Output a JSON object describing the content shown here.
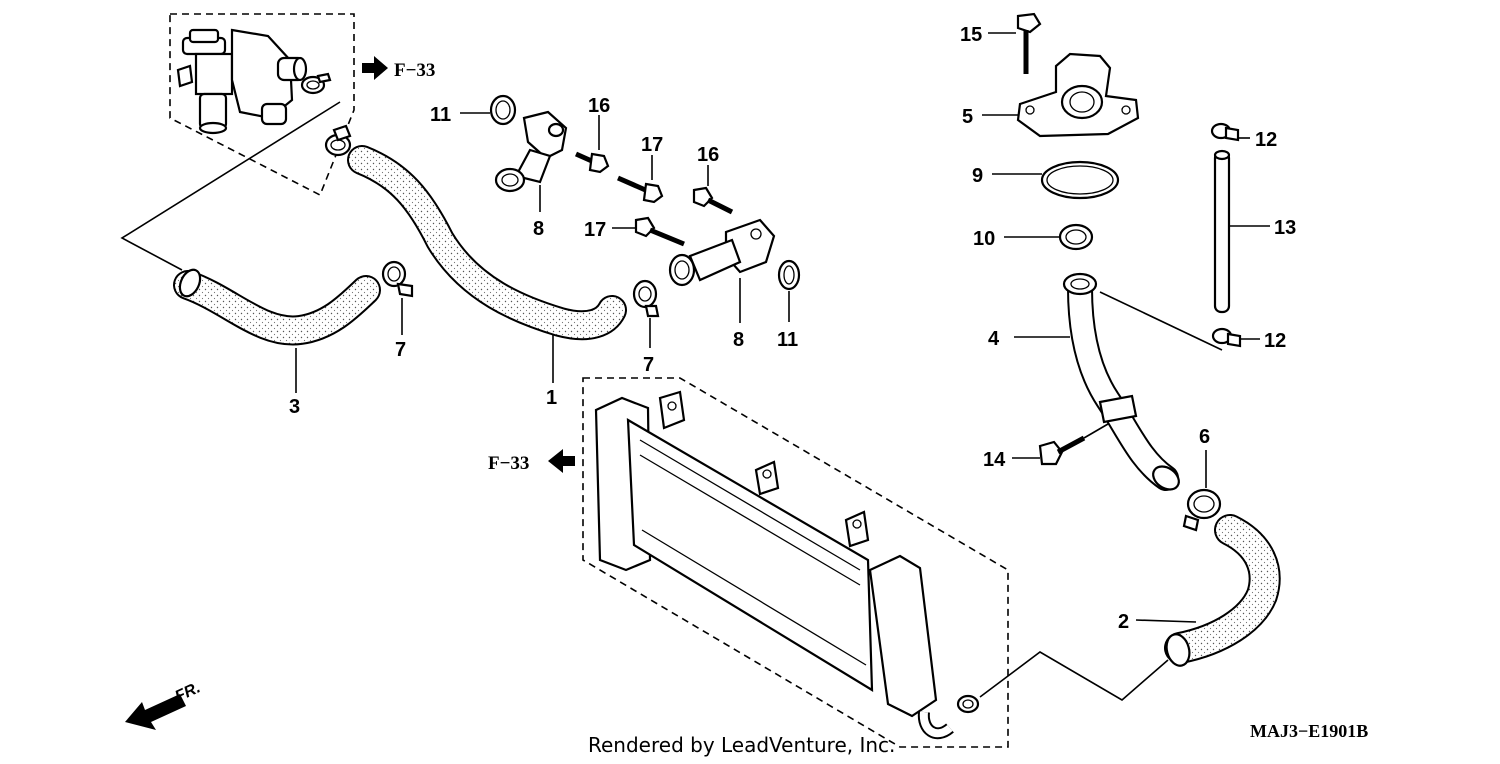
{
  "callouts": {
    "c15": "15",
    "c5": "5",
    "c9": "9",
    "c10": "10",
    "c4": "4",
    "c14": "14",
    "c6": "6",
    "c2": "2",
    "c12a": "12",
    "c12b": "12",
    "c13": "13",
    "c11a": "11",
    "c16a": "16",
    "c17a": "17",
    "c16b": "16",
    "c17b": "17",
    "c8a": "8",
    "c8b": "8",
    "c11b": "11",
    "c7a": "7",
    "c7b": "7",
    "c3": "3",
    "c1": "1"
  },
  "refs": {
    "ref_top": "F−33",
    "ref_mid": "F−33"
  },
  "front_label": "FR.",
  "diagram_code": "MAJ3−E1901B",
  "footer": "Rendered by LeadVenture, Inc.",
  "colors": {
    "ink": "#000000",
    "paper": "#ffffff"
  }
}
